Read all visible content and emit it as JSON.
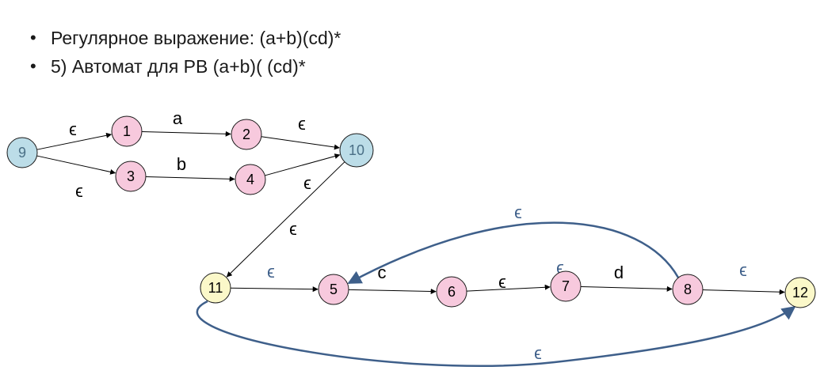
{
  "bullets": [
    {
      "marker": "•",
      "text": "Регулярное выражение: (a+b)(cd)*"
    },
    {
      "marker": "•",
      "text": "5) Автомат для РВ  (a+b)( (cd)*"
    }
  ],
  "colors": {
    "pink": "#f7c9dd",
    "blue": "#bcdde8",
    "yellow": "#fbf8c9",
    "curve": "#3e5f8a",
    "epsilon_blue": "#3e5f8a",
    "black": "#000000",
    "blue_label": "#4a6f86"
  },
  "nodes": [
    {
      "id": "9",
      "label": "9",
      "fill": "blue"
    },
    {
      "id": "1",
      "label": "1",
      "fill": "pink"
    },
    {
      "id": "2",
      "label": "2",
      "fill": "pink"
    },
    {
      "id": "3",
      "label": "3",
      "fill": "pink"
    },
    {
      "id": "4",
      "label": "4",
      "fill": "pink"
    },
    {
      "id": "10",
      "label": "10",
      "fill": "blue"
    },
    {
      "id": "11",
      "label": "11",
      "fill": "yellow"
    },
    {
      "id": "5",
      "label": "5",
      "fill": "pink"
    },
    {
      "id": "6",
      "label": "6",
      "fill": "pink"
    },
    {
      "id": "7",
      "label": "7",
      "fill": "pink"
    },
    {
      "id": "8",
      "label": "8",
      "fill": "pink"
    },
    {
      "id": "12",
      "label": "12",
      "fill": "yellow"
    }
  ],
  "edges": [
    {
      "id": "e9-1",
      "from": "9",
      "to": "1",
      "label": "ϵ"
    },
    {
      "id": "e9-3",
      "from": "9",
      "to": "3",
      "label": "ϵ"
    },
    {
      "id": "e1-2",
      "from": "1",
      "to": "2",
      "label": "a"
    },
    {
      "id": "e3-4",
      "from": "3",
      "to": "4",
      "label": "b"
    },
    {
      "id": "e2-10",
      "from": "2",
      "to": "10",
      "label": "ϵ"
    },
    {
      "id": "e4-10",
      "from": "4",
      "to": "10",
      "label": "ϵ"
    },
    {
      "id": "e10-11",
      "from": "10",
      "to": "11",
      "label": "ϵ"
    },
    {
      "id": "e11-5",
      "from": "11",
      "to": "5",
      "label": "ϵ"
    },
    {
      "id": "e5-6",
      "from": "5",
      "to": "6",
      "label": "c"
    },
    {
      "id": "e6-7",
      "from": "6",
      "to": "7",
      "label": "ϵ"
    },
    {
      "id": "e7-8",
      "from": "7",
      "to": "8",
      "label": "d"
    },
    {
      "id": "e8-12",
      "from": "8",
      "to": "12",
      "label": "ϵ"
    },
    {
      "id": "e8-5",
      "from": "8",
      "to": "5",
      "label": "ϵ"
    },
    {
      "id": "e11-12",
      "from": "11",
      "to": "12",
      "label": "ϵ"
    }
  ],
  "extra_labels": [
    {
      "id": "stray-epsilon-7",
      "text": "ϵ"
    }
  ]
}
